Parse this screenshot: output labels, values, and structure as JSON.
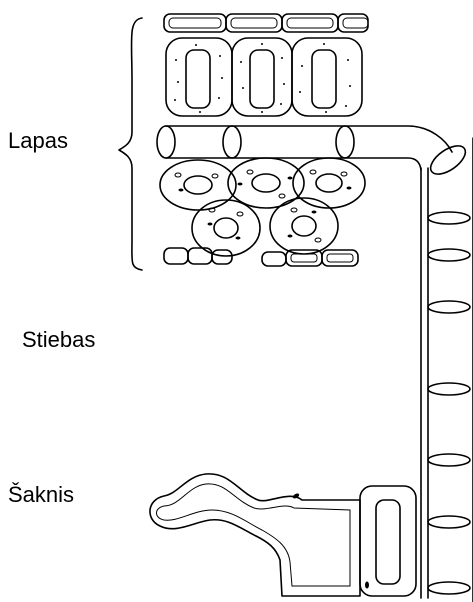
{
  "labels": {
    "leaf": "Lapas",
    "stem": "Stiebas",
    "root": "Šaknis"
  },
  "colors": {
    "stroke": "#000000",
    "background": "#ffffff"
  }
}
